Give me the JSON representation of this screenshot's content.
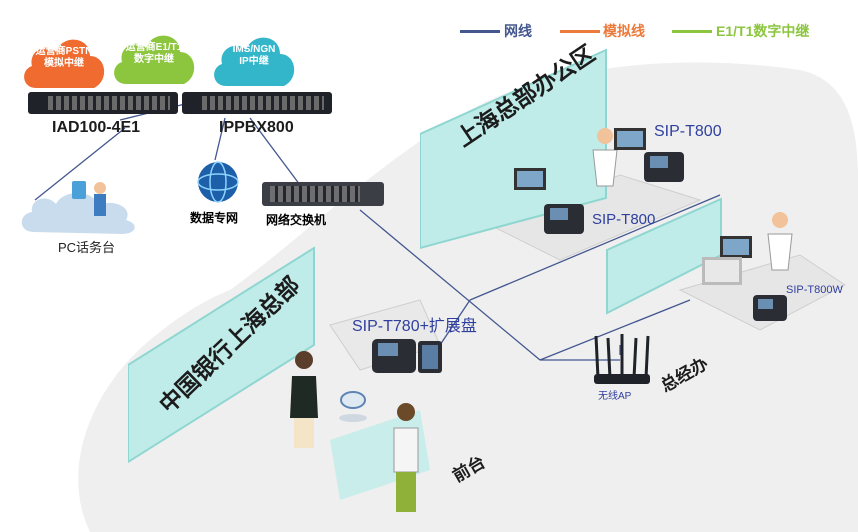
{
  "legend": [
    {
      "label": "网线",
      "color": "#44578f"
    },
    {
      "label": "模拟线",
      "color": "#ec7a3b"
    },
    {
      "label": "E1/T1数字中继",
      "color": "#8cc63f"
    }
  ],
  "clouds": {
    "pstn": {
      "line1": "运营商PSTN",
      "line2": "模拟中继",
      "color": "#ef6b30"
    },
    "e1t1": {
      "line1": "运营商E1/T1",
      "line2": "数字中继",
      "color": "#8cc63f"
    },
    "ims": {
      "line1": "IMS/NGN",
      "line2": "IP中继",
      "color": "#33b6c9"
    }
  },
  "devices": {
    "iad": "IAD100-4E1",
    "ippbx": "IPPBX800",
    "private_net": "数据专网",
    "switch": "网络交换机",
    "pc_console": "PC话务台",
    "ap": "无线AP"
  },
  "areas": {
    "office": "上海总部办公区",
    "bank": "中国银行上海总部",
    "manager": "总经办",
    "reception": "前台"
  },
  "phones": {
    "t800_top": "SIP-T800",
    "t800_mid": "SIP-T800",
    "t800w": "SIP-T800W",
    "t780": "SIP-T780+扩展盘"
  },
  "colors": {
    "ethernet": "#44578f",
    "analog": "#ec7a3b",
    "e1": "#8cc63f",
    "glass": "#bfece9"
  }
}
